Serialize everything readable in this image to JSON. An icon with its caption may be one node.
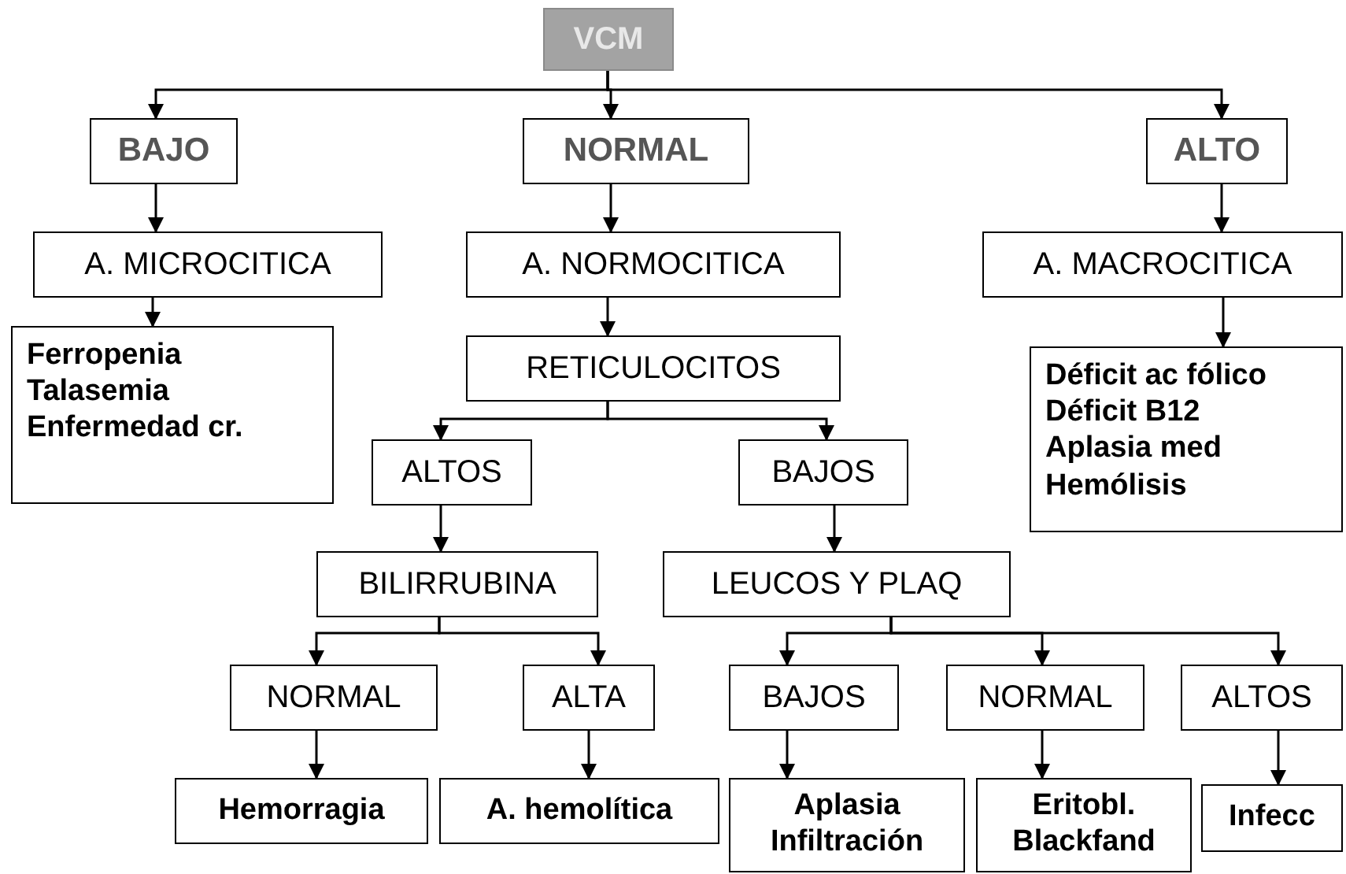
{
  "diagram": {
    "nodes": [
      {
        "text": [
          "VCM"
        ]
      },
      {
        "text": [
          "BAJO"
        ]
      },
      {
        "text": [
          "NORMAL"
        ]
      },
      {
        "text": [
          "ALTO"
        ]
      },
      {
        "text": [
          "A. MICROCITICA"
        ]
      },
      {
        "text": [
          "A. NORMOCITICA"
        ]
      },
      {
        "text": [
          "A. MACROCITICA"
        ]
      },
      {
        "text": [
          "Ferropenia",
          "Talasemia",
          "Enfermedad cr."
        ]
      },
      {
        "text": [
          "RETICULOCITOS"
        ]
      },
      {
        "text": [
          "Déficit ac fólico",
          "Déficit B12",
          "Aplasia med",
          "Hemólisis"
        ]
      },
      {
        "text": [
          "ALTOS"
        ]
      },
      {
        "text": [
          "BAJOS"
        ]
      },
      {
        "text": [
          "BILIRRUBINA"
        ]
      },
      {
        "text": [
          "LEUCOS Y PLAQ"
        ]
      },
      {
        "text": [
          "NORMAL"
        ]
      },
      {
        "text": [
          "ALTA"
        ]
      },
      {
        "text": [
          "BAJOS"
        ]
      },
      {
        "text": [
          "NORMAL"
        ]
      },
      {
        "text": [
          "ALTOS"
        ]
      },
      {
        "text": [
          "Hemorragia"
        ]
      },
      {
        "text": [
          "A. hemolítica"
        ]
      },
      {
        "text": [
          "Aplasia",
          "Infiltración"
        ]
      },
      {
        "text": [
          "Eritobl.",
          "Blackfand"
        ]
      },
      {
        "text": [
          "Infecc"
        ]
      }
    ],
    "edges": [
      {
        "from": 0,
        "to": 1,
        "arrow": "to"
      },
      {
        "from": 0,
        "to": 2,
        "arrow": "to"
      },
      {
        "from": 0,
        "to": 3,
        "arrow": "to"
      },
      {
        "from": 1,
        "to": 4,
        "arrow": "to"
      },
      {
        "from": 2,
        "to": 5,
        "arrow": "to"
      },
      {
        "from": 3,
        "to": 6,
        "arrow": "to"
      },
      {
        "from": 4,
        "to": 7,
        "arrow": "to"
      },
      {
        "from": 5,
        "to": 8,
        "arrow": "to"
      },
      {
        "from": 6,
        "to": 9,
        "arrow": "to"
      },
      {
        "from": 8,
        "to": 10,
        "arrow": "to"
      },
      {
        "from": 8,
        "to": 11,
        "arrow": "to"
      },
      {
        "from": 10,
        "to": 12,
        "arrow": "to"
      },
      {
        "from": 11,
        "to": 13,
        "arrow": "to"
      },
      {
        "from": 12,
        "to": 14,
        "arrow": "to"
      },
      {
        "from": 12,
        "to": 15,
        "arrow": "to"
      },
      {
        "from": 13,
        "to": 16,
        "arrow": "to"
      },
      {
        "from": 13,
        "to": 17,
        "arrow": "to"
      },
      {
        "from": 13,
        "to": 18,
        "arrow": "to"
      },
      {
        "from": 14,
        "to": 19,
        "arrow": "to"
      },
      {
        "from": 15,
        "to": 20,
        "arrow": "to"
      },
      {
        "from": 16,
        "to": 21,
        "arrow": "to"
      },
      {
        "from": 17,
        "to": 22,
        "arrow": "to"
      },
      {
        "from": 18,
        "to": 23,
        "arrow": "to"
      }
    ]
  }
}
